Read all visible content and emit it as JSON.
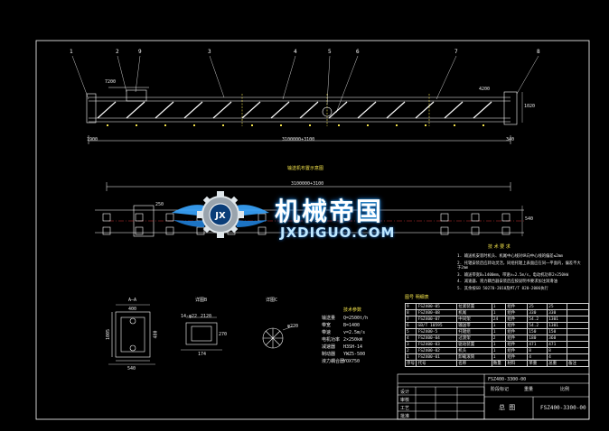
{
  "watermark": {
    "title_cn": "机械帝国",
    "site": "JXDIGUO.COM",
    "badge": "JX"
  },
  "top_view": {
    "callouts": [
      "1",
      "2",
      "9",
      "3",
      "4",
      "5",
      "6",
      "7",
      "8"
    ],
    "dims": {
      "left_top": "7200",
      "right_top": "4200",
      "right_height": "1020",
      "left_bottom": "1900",
      "total": "3100000+3100",
      "right_bottom": "340"
    }
  },
  "plan_view": {
    "title": "输送机布置示意图",
    "dims": {
      "total": "3100000+3100",
      "left": "250",
      "right": "540"
    }
  },
  "notes": {
    "title": "技 术 要 求",
    "items": [
      {
        "no": "1",
        "text": "输送机安装时机头、机尾中心线对纵向中心线的偏差≤2mm"
      },
      {
        "no": "2",
        "text": "托辊安装后应转动灵活，同组托辊上表面应在同一平面内，偏差不大于2mm"
      },
      {
        "no": "3",
        "text": "输送带宽B=1400mm，带速v=2.5m/s，电动机功率2×250kW"
      },
      {
        "no": "4",
        "text": "减速器、液力耦合器安装后应按说明书要求加注润滑油"
      },
      {
        "no": "5",
        "text": "其余按GB 50270-2010及MT/T 820-2006执行"
      }
    ]
  },
  "section_aa": {
    "title": "A—A",
    "dims": {
      "width": "400",
      "height": "1005",
      "inner": "480",
      "base": "540"
    }
  },
  "section_b": {
    "title": "详图B",
    "dims": {
      "w1": "14-φ22",
      "w2": "2120",
      "h": "270",
      "b": "174"
    }
  },
  "section_c": {
    "title": "详图C",
    "dims": {
      "d": "φ220"
    }
  },
  "params": {
    "title": "技术参数",
    "labels": [
      "输送量",
      "带宽",
      "带速",
      "电机功率",
      "减速器",
      "制动器",
      "液力耦合器"
    ],
    "values": [
      "Q=2500t/h",
      "B=1400",
      "v=2.5m/s",
      "2×250kW",
      "H3SH-14",
      "YWZ5-500",
      "YOX750"
    ]
  },
  "bom": {
    "title": "图号  明细表",
    "header": [
      "序号",
      "代号",
      "名称",
      "数量",
      "材料",
      "单重",
      "总重",
      "备注"
    ],
    "rows": [
      [
        "9",
        "FSZ400-05",
        "拉紧装置",
        "1",
        "组件",
        "25",
        "25",
        ""
      ],
      [
        "8",
        "FSZ400-08",
        "机尾",
        "1",
        "组件",
        "330",
        "330",
        ""
      ],
      [
        "7",
        "FSZ400-07",
        "中间架",
        "24",
        "组件",
        "54.2",
        "1301",
        ""
      ],
      [
        "6",
        "GB/T 10595",
        "输送带",
        "1",
        "组件",
        "54.2",
        "1301",
        ""
      ],
      [
        "5",
        "FSZ400-5",
        "托辊组",
        "1",
        "组件",
        "150",
        "150",
        ""
      ],
      [
        "4",
        "FSZ400-04",
        "过渡架",
        "2",
        "组件",
        "180",
        "360",
        ""
      ],
      [
        "3",
        "FSZ400-03",
        "驱动装置",
        "1",
        "组件",
        "471",
        "471",
        ""
      ],
      [
        "2",
        "FSZ400-02",
        "机头",
        "1",
        "组件",
        "8",
        "8",
        ""
      ],
      [
        "1",
        "FSZ400-01",
        "卸载滚筒",
        "1",
        "组件",
        "4",
        "4",
        ""
      ]
    ]
  },
  "title_block": {
    "drawing_no": "FSZ400-3300-00",
    "drawing_no_small": "FSZ400-3300-00",
    "name": "总 图",
    "stage_labels": [
      "阶段标记",
      "重量",
      "比例"
    ],
    "rows": [
      "设计",
      "审核",
      "工艺",
      "批准"
    ]
  }
}
